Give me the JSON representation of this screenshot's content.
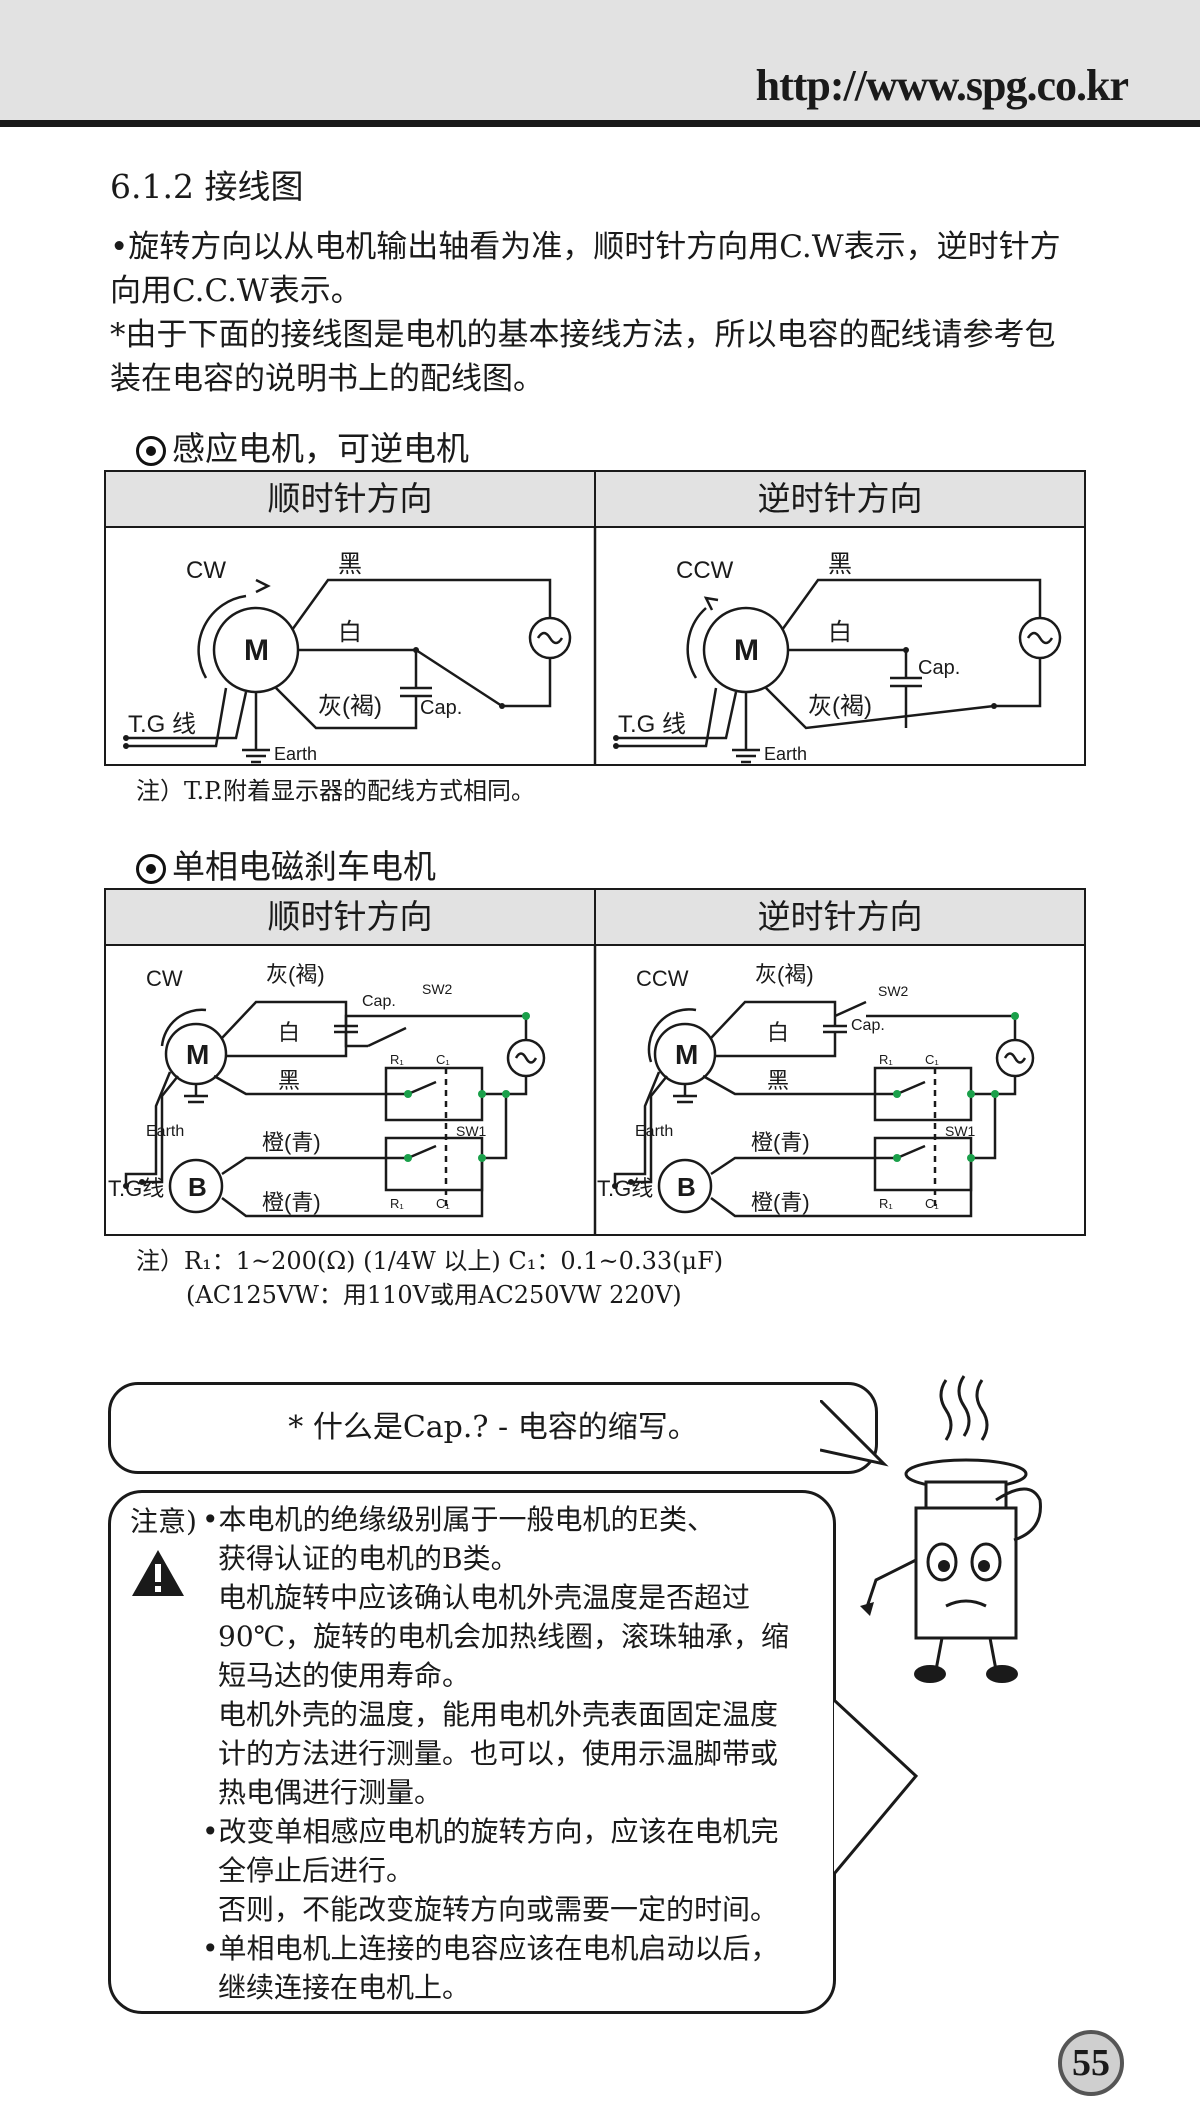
{
  "header": {
    "url": "http://www.spg.co.kr"
  },
  "section_title": "6.1.2 接线图",
  "intro": [
    "•旋转方向以从电机输出轴看为准，顺时针方向用C.W表示，逆时针方",
    "  向用C.C.W表示。",
    "*由于下面的接线图是电机的基本接线方法，所以电容的配线请参考包",
    "  装在电容的说明书上的配线图。"
  ],
  "induction": {
    "title": "感应电机，可逆电机",
    "col_cw": "顺时针方向",
    "col_ccw": "逆时针方向",
    "labels": {
      "cw": "CW",
      "ccw": "CCW",
      "motor": "M",
      "black": "黑",
      "white": "白",
      "gray": "灰(褐)",
      "cap": "Cap.",
      "tg": "T.G 线",
      "earth": "Earth"
    },
    "note": "注）T.P.附着显示器的配线方式相同。"
  },
  "brake": {
    "title": "单相电磁刹车电机",
    "col_cw": "顺时针方向",
    "col_ccw": "逆时针方向",
    "labels": {
      "cw": "CW",
      "ccw": "CCW",
      "motor": "M",
      "brake": "B",
      "gray": "灰(褐)",
      "white": "白",
      "black": "黑",
      "orange": "橙(青)",
      "cap": "Cap.",
      "sw1": "SW1",
      "sw2": "SW2",
      "r1": "R₁",
      "c1": "C₁",
      "earth": "Earth",
      "tg": "T.G线"
    },
    "note_line1": "注）R₁：1~200(Ω) (1/4W 以上) C₁：0.1~0.33(μF)",
    "note_line2": "(AC125VW：用110V或用AC250VW 220V)"
  },
  "bubble": "* 什么是Cap.? - 电容的缩写。",
  "caution": {
    "label": "注意)",
    "lines": [
      "•本电机的绝缘级别属于一般电机的E类、",
      "获得认证的电机的B类。",
      "电机旋转中应该确认电机外壳温度是否超过",
      "90℃，旋转的电机会加热线圈，滚珠轴承，缩",
      "短马达的使用寿命。",
      "电机外壳的温度，能用电机外壳表面固定温度",
      "计的方法进行测量。也可以，使用示温脚带或",
      "热电偶进行测量。",
      "•改变单相感应电机的旋转方向，应该在电机完",
      "全停止后进行。",
      "否则，不能改变旋转方向或需要一定的时间。",
      "•单相电机上连接的电容应该在电机启动以后，",
      "继续连接在电机上。"
    ]
  },
  "page_number": "55"
}
